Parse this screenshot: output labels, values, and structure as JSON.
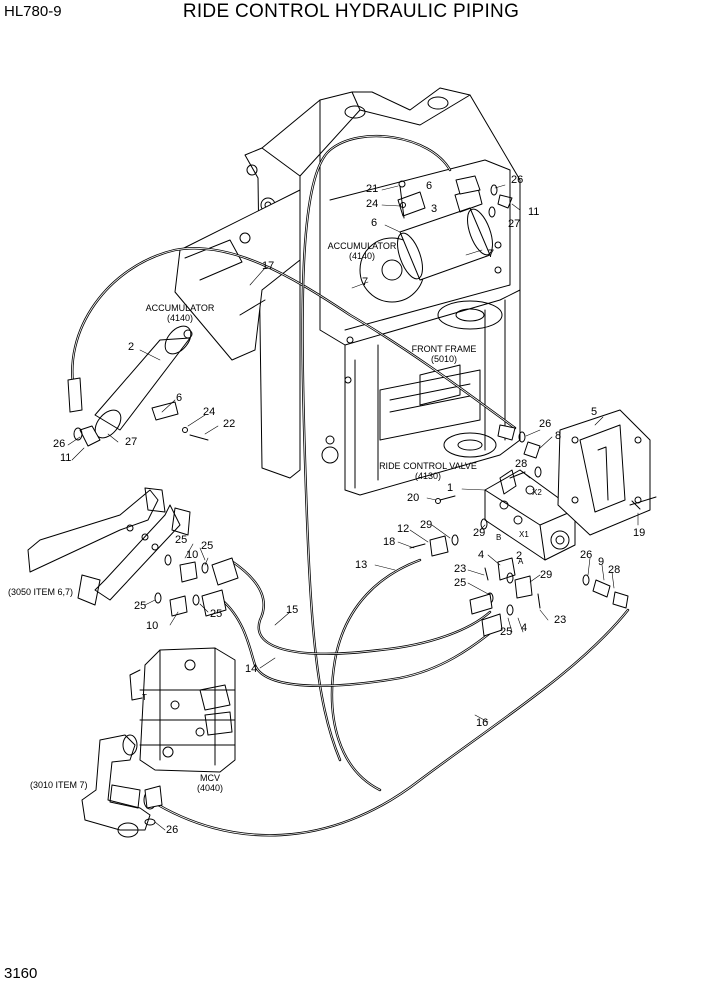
{
  "header": {
    "model": "HL780-9",
    "title": "RIDE CONTROL HYDRAULIC PIPING"
  },
  "page_number": "3160",
  "references": {
    "accumulator_upper": {
      "name": "ACCUMULATOR",
      "code": "(4140)"
    },
    "accumulator_left": {
      "name": "ACCUMULATOR",
      "code": "(4140)"
    },
    "front_frame": {
      "name": "FRONT FRAME",
      "code": "(5010)"
    },
    "ride_control_valve": {
      "name": "RIDE CONTROL VALVE",
      "code": "(4130)"
    },
    "mcv": {
      "name": "MCV",
      "code": "(4040)"
    },
    "item_3050": "(3050 ITEM 6,7)",
    "item_3010": "(3010 ITEM 7)"
  },
  "callouts": [
    {
      "id": "c26a",
      "text": "26"
    },
    {
      "id": "c11a",
      "text": "11"
    },
    {
      "id": "c27a",
      "text": "27"
    },
    {
      "id": "c21",
      "text": "21"
    },
    {
      "id": "c24a",
      "text": "24"
    },
    {
      "id": "c6a",
      "text": "6"
    },
    {
      "id": "c3",
      "text": "3"
    },
    {
      "id": "c6b",
      "text": "6"
    },
    {
      "id": "c7a",
      "text": "7"
    },
    {
      "id": "c7b",
      "text": "7"
    },
    {
      "id": "c17",
      "text": "17"
    },
    {
      "id": "c2",
      "text": "2"
    },
    {
      "id": "c6c",
      "text": "6"
    },
    {
      "id": "c24b",
      "text": "24"
    },
    {
      "id": "c22",
      "text": "22"
    },
    {
      "id": "c26b",
      "text": "26"
    },
    {
      "id": "c11b",
      "text": "11"
    },
    {
      "id": "c27b",
      "text": "27"
    },
    {
      "id": "c26c",
      "text": "26"
    },
    {
      "id": "c8",
      "text": "8"
    },
    {
      "id": "c5",
      "text": "5"
    },
    {
      "id": "c28a",
      "text": "28"
    },
    {
      "id": "c1",
      "text": "1"
    },
    {
      "id": "c20",
      "text": "20"
    },
    {
      "id": "c19",
      "text": "19"
    },
    {
      "id": "c12",
      "text": "12"
    },
    {
      "id": "c29a",
      "text": "29"
    },
    {
      "id": "c29b",
      "text": "29"
    },
    {
      "id": "c18",
      "text": "18"
    },
    {
      "id": "c4a",
      "text": "4"
    },
    {
      "id": "c2x",
      "text": "2"
    },
    {
      "id": "c13",
      "text": "13"
    },
    {
      "id": "c23a",
      "text": "23"
    },
    {
      "id": "c25a",
      "text": "25"
    },
    {
      "id": "c29c",
      "text": "29"
    },
    {
      "id": "c26d",
      "text": "26"
    },
    {
      "id": "c9",
      "text": "9"
    },
    {
      "id": "c28b",
      "text": "28"
    },
    {
      "id": "c25b",
      "text": "25"
    },
    {
      "id": "c25c",
      "text": "25"
    },
    {
      "id": "c10a",
      "text": "10"
    },
    {
      "id": "c25d",
      "text": "25"
    },
    {
      "id": "c25e",
      "text": "25"
    },
    {
      "id": "c10b",
      "text": "10"
    },
    {
      "id": "c15",
      "text": "15"
    },
    {
      "id": "c14",
      "text": "14"
    },
    {
      "id": "c25f",
      "text": "25"
    },
    {
      "id": "c4b",
      "text": "4"
    },
    {
      "id": "c23b",
      "text": "23"
    },
    {
      "id": "c16",
      "text": "16"
    },
    {
      "id": "c26e",
      "text": "26"
    }
  ],
  "port_marks": [
    {
      "id": "pX2",
      "text": "X2"
    },
    {
      "id": "pX1",
      "text": "X1"
    },
    {
      "id": "pB",
      "text": "B"
    },
    {
      "id": "pA",
      "text": "A"
    },
    {
      "id": "pT",
      "text": "T"
    }
  ]
}
